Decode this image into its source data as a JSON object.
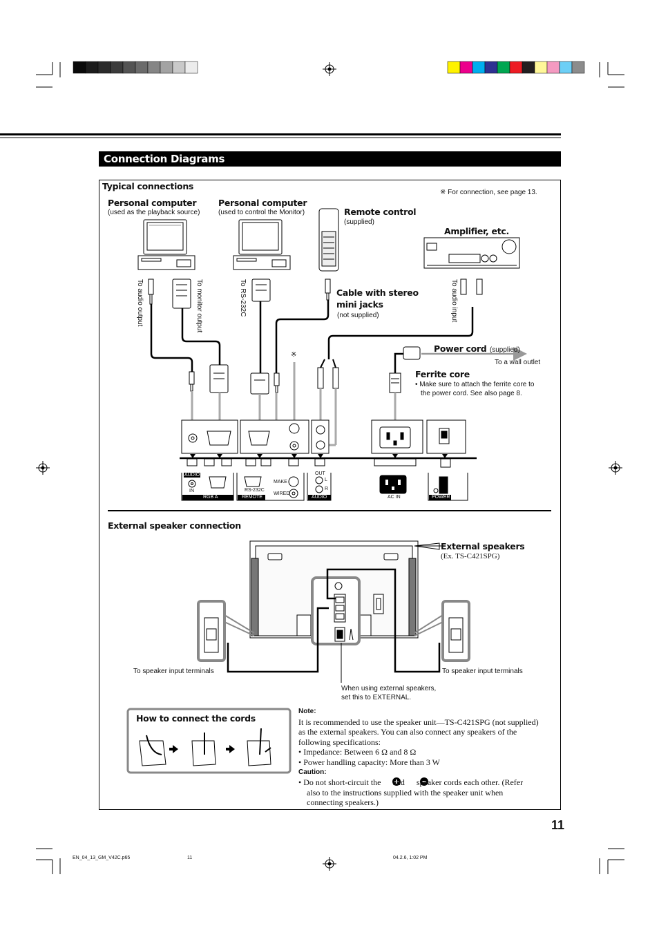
{
  "section_title": "Connection Diagrams",
  "typical": {
    "title": "Typical connections",
    "footnote": "※ For connection, see page 13.",
    "pc1": {
      "title": "Personal computer",
      "sub": "(used as the playback source)"
    },
    "pc2": {
      "title": "Personal computer",
      "sub": "(used to control the Monitor)"
    },
    "remote": {
      "title": "Remote control",
      "sub": "(supplied)"
    },
    "amp": {
      "title": "Amplifier, etc."
    },
    "cable": {
      "title_line1": "Cable with stereo",
      "title_line2": "mini jacks",
      "sub": "(not supplied)"
    },
    "power_cord": {
      "title": "Power cord",
      "sub": "(supplied)",
      "outlet": "To a wall outlet"
    },
    "ferrite": {
      "title": "Ferrite core",
      "note_line1": "• Make sure to attach the ferrite core to",
      "note_line2": "the power cord. See also page 8."
    },
    "to_audio_output": "To audio output",
    "to_monitor_output": "To monitor output",
    "to_rs232c": "To RS-232C",
    "to_audio_input": "To audio input",
    "asterisk": "※",
    "panel": {
      "audio": "AUDIO",
      "in": "IN",
      "rgb_a": "RGB A",
      "rs232c": "RS-232C",
      "remote": "REMOTE",
      "make": "MAKE",
      "wired": "WIRED",
      "out": "OUT",
      "l": "L",
      "r": "R",
      "audio2": "AUDIO",
      "ac_in": "AC IN",
      "power": "POWER"
    }
  },
  "external": {
    "title": "External speaker connection",
    "speakers_title": "External speakers",
    "speakers_sub": "(Ex. TS-C421SPG)",
    "left_label": "To speaker input terminals",
    "right_label": "To speaker input terminals",
    "switch_note_line1": "When using external speakers,",
    "switch_note_line2": "set this to EXTERNAL."
  },
  "cords": {
    "title": "How to connect the cords"
  },
  "note": {
    "heading": "Note:",
    "line1": "It is recommended to use the speaker unit—TS-C421SPG (not supplied)",
    "line2": "as the external speakers. You can also connect any speakers of the",
    "line3": "following specifications:",
    "bullet1": "•  Impedance: Between 6 Ω and 8 Ω",
    "bullet2": "•  Power handling capacity: More than 3 W",
    "caution": "Caution:",
    "caution1a": "•  Do not short-circuit the",
    "caution1b": "and",
    "caution1c": "speaker cords each other. (Refer",
    "caution2": "also to the instructions supplied with the speaker unit when",
    "caution3": "connecting speakers.)"
  },
  "page_number": "11",
  "footer": {
    "file": "EN_04_13_GM_V42C.p65",
    "page": "11",
    "date": "04.2.6, 1:02 PM"
  },
  "colors": {
    "grays": [
      "#0a0a0a",
      "#1c1c1c",
      "#2b2b2b",
      "#3b3b3b",
      "#545454",
      "#6b6b6b",
      "#858585",
      "#a3a3a3",
      "#c9c9c9",
      "#ececec"
    ],
    "process": [
      "#fff200",
      "#ec008c",
      "#00aeef",
      "#2e3192",
      "#00a651",
      "#ed1c24",
      "#231f20",
      "#fff799",
      "#f49ac1",
      "#6dcff6",
      "#8c8c8c"
    ]
  }
}
